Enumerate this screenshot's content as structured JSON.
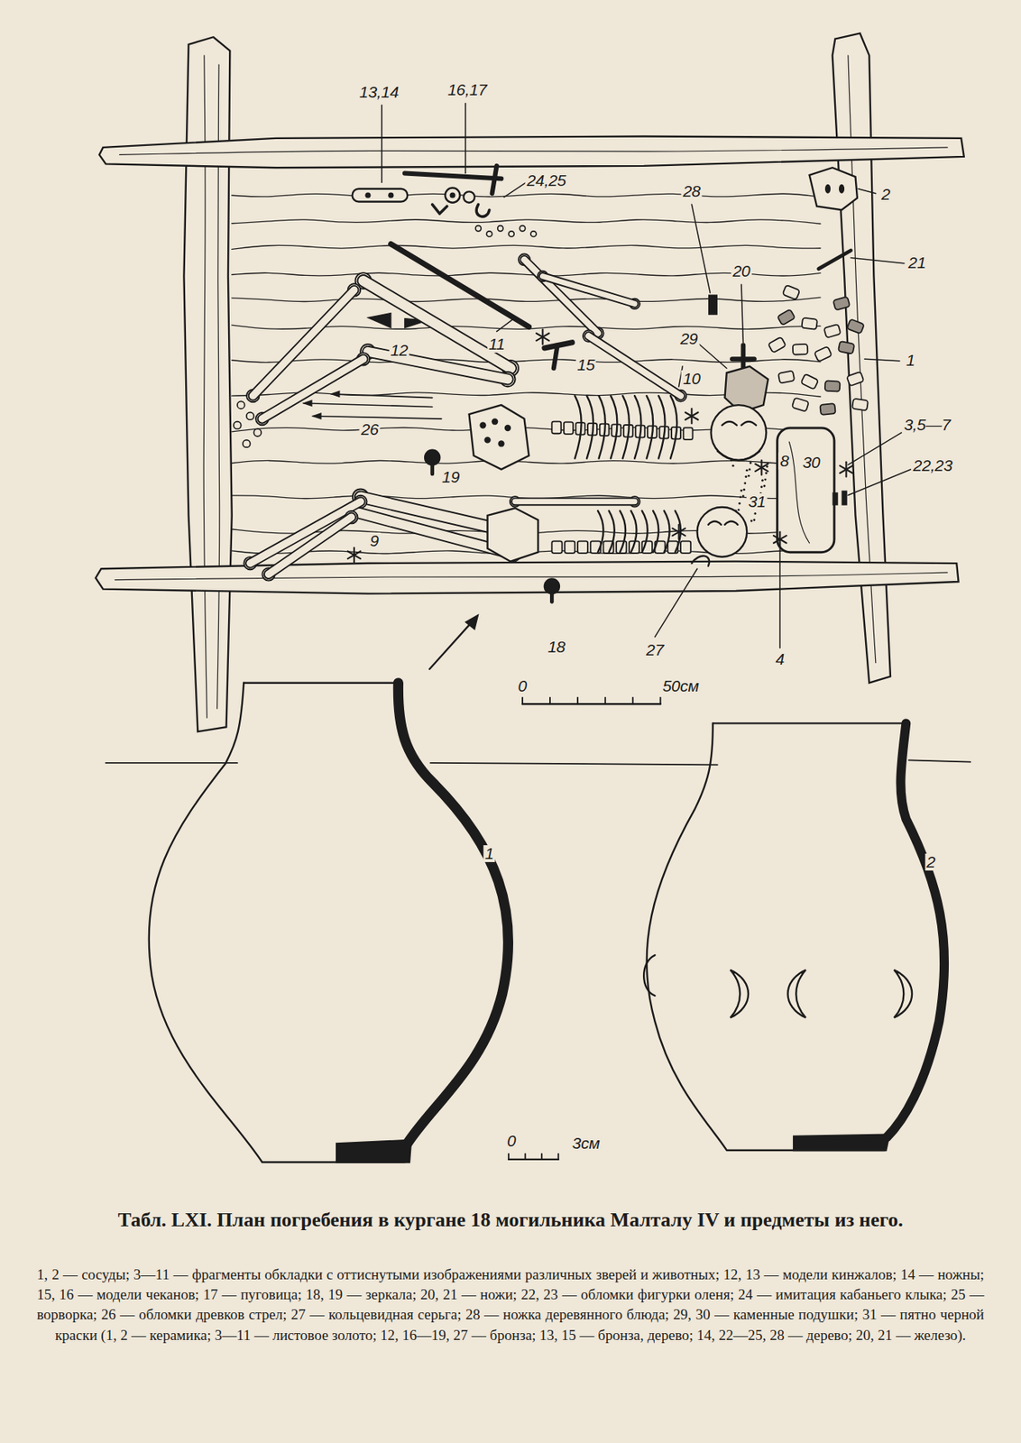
{
  "diagram": {
    "title": "Табл. LXI. План погребения в кургане 18 могильника Малталу IV и предметы из него.",
    "caption": "1, 2 — сосуды; 3—11 — фрагменты обкладки с оттиснутыми изображениями различных зверей и животных; 12, 13 — модели кинжалов; 14 — ножны; 15, 16 — модели чеканов; 17 — пуговица; 18, 19 — зеркала; 20, 21 — ножи; 22, 23 — обломки фигурки оленя; 24 — имитация кабаньего клыка; 25 — ворворка; 26 — обломки древков стрел; 27 — кольцевидная серьга; 28 — ножка деревянного блюда; 29, 30 — каменные подушки; 31 — пятно черной краски (1, 2 — керамика; 3—11 — листовое золото; 12, 16—19, 27 — бронза; 13, 15 — бронза, дерево; 14, 22—25, 28 — дерево; 20, 21 — железо).",
    "labels": [
      "13,14",
      "16,17",
      "24,25",
      "28",
      "2",
      "21",
      "20",
      "11",
      "29",
      "1",
      "15",
      "12",
      "10",
      "3,5—7",
      "22,23",
      "8",
      "30",
      "26",
      "19",
      "31",
      "9",
      "18",
      "27",
      "4",
      "0",
      "50см",
      "1",
      "2",
      "0",
      "3см"
    ]
  }
}
